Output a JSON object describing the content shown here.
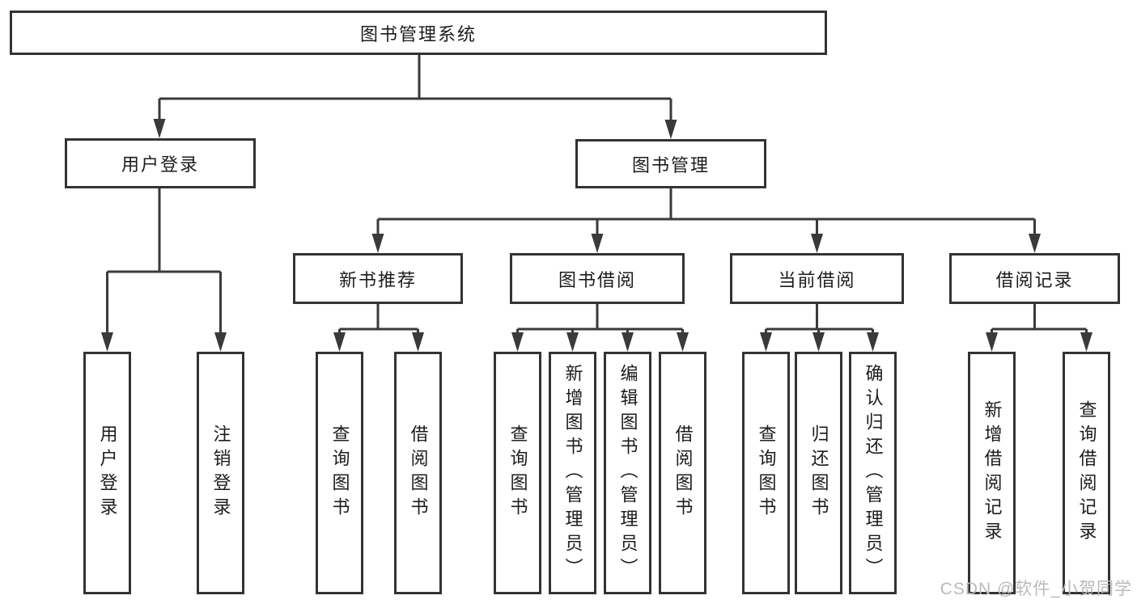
{
  "page": {
    "watermark": "CSDN @软件_小贺同学"
  },
  "diagram": {
    "type": "hierarchy-tree",
    "root": {
      "label": "图书管理系统"
    },
    "branches": [
      {
        "label": "用户登录",
        "children": [
          {
            "label": "用户登录"
          },
          {
            "label": "注销登录"
          }
        ]
      },
      {
        "label": "图书管理",
        "groups": [
          {
            "label": "新书推荐",
            "children": [
              {
                "label": "查询图书"
              },
              {
                "label": "借阅图书"
              }
            ]
          },
          {
            "label": "图书借阅",
            "children": [
              {
                "label": "查询图书"
              },
              {
                "label": "新增图书（管理员）"
              },
              {
                "label": "编辑图书（管理员）"
              },
              {
                "label": "借阅图书"
              }
            ]
          },
          {
            "label": "当前借阅",
            "children": [
              {
                "label": "查询图书"
              },
              {
                "label": "归还图书"
              },
              {
                "label": "确认归还（管理员）"
              }
            ]
          },
          {
            "label": "借阅记录",
            "children": [
              {
                "label": "新增借阅记录"
              },
              {
                "label": "查询借阅记录"
              }
            ]
          }
        ]
      }
    ]
  }
}
